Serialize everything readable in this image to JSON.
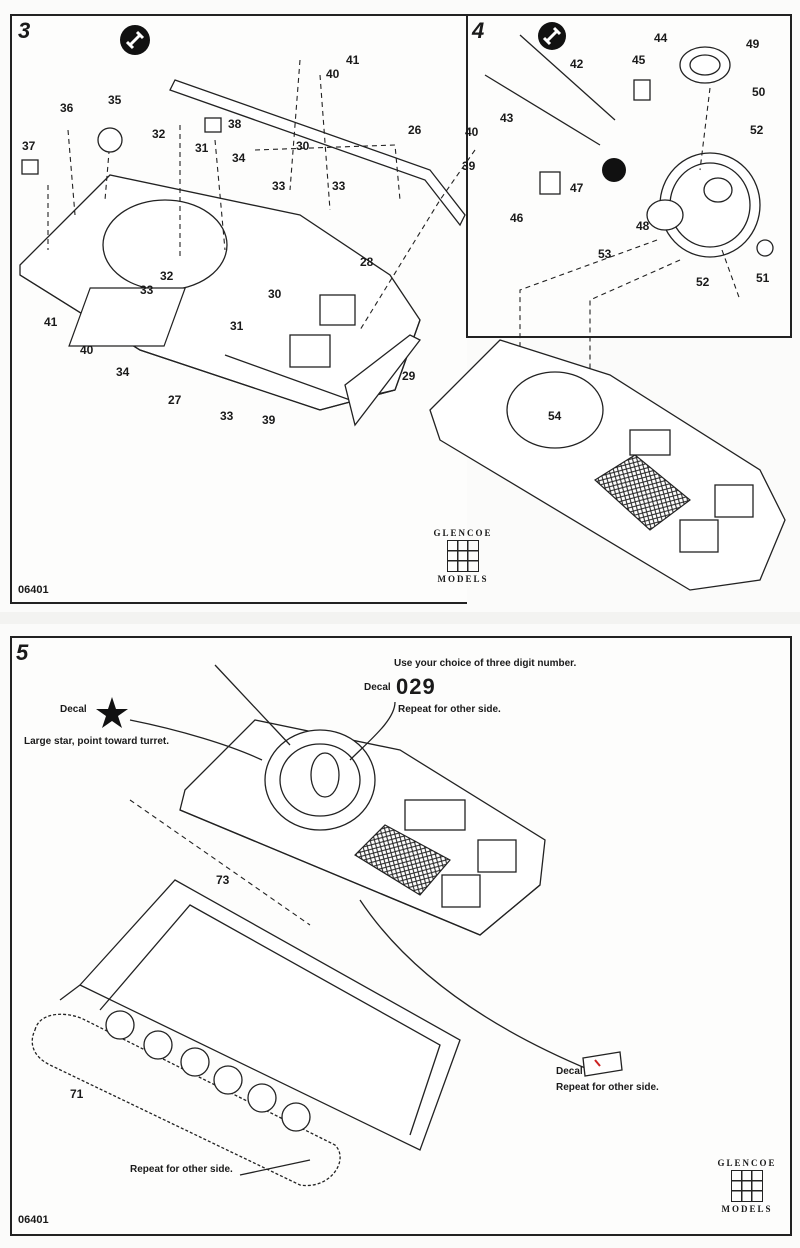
{
  "sheet_top": {
    "panel3": {
      "step": "3",
      "code": "06401",
      "parts": [
        "41",
        "40",
        "36",
        "35",
        "38",
        "32",
        "31",
        "30",
        "34",
        "33",
        "26",
        "37",
        "40",
        "39",
        "33",
        "28",
        "41",
        "40",
        "32",
        "33",
        "34",
        "27",
        "33",
        "39",
        "30",
        "31",
        "29"
      ]
    },
    "panel4": {
      "step": "4",
      "parts": [
        "44",
        "42",
        "45",
        "49",
        "43",
        "50",
        "52",
        "47",
        "46",
        "48",
        "53",
        "52",
        "51",
        "54"
      ]
    },
    "logo": {
      "top": "GLENCOE",
      "bottom": "MODELS"
    }
  },
  "sheet_bottom": {
    "panel5": {
      "step": "5",
      "code": "06401",
      "instruction_number": "Use your choice of three digit number.",
      "decal_label": "Decal",
      "decal_number": "029",
      "repeat_other_side": "Repeat for other side.",
      "star_decal_label": "Decal",
      "star_note": "Large star, point toward turret.",
      "flag_decal_label": "Decal",
      "flag_repeat": "Repeat for other side.",
      "track_repeat": "Repeat for other side.",
      "part_73": "73",
      "part_71": "71"
    },
    "logo": {
      "top": "GLENCOE",
      "bottom": "MODELS"
    }
  },
  "icons": {
    "glue": "glue-tube-icon",
    "star": "star-icon",
    "flag": "soviet-flag-icon"
  }
}
